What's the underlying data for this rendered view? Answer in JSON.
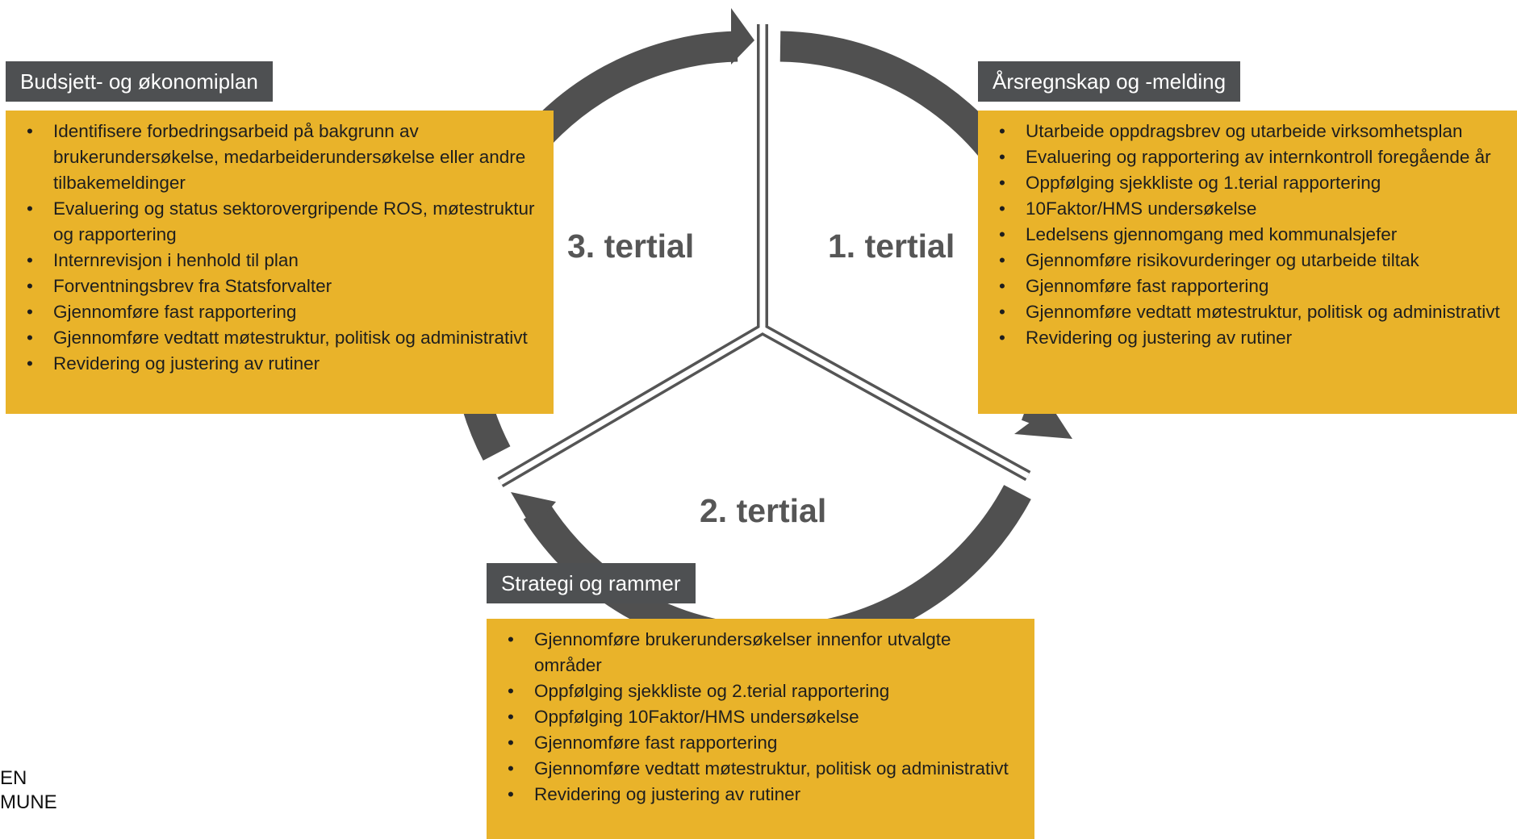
{
  "colors": {
    "arrow": "#505050",
    "title_bg": "#4e5052",
    "task_bg": "#e9b32a",
    "tertial_text": "#565656"
  },
  "tertials": {
    "t1": "1. tertial",
    "t2": "2. tertial",
    "t3": "3. tertial"
  },
  "sections": {
    "budsjett": {
      "title": "Budsjett- og økonomiplan",
      "items": [
        "Identifisere forbedringsarbeid på bakgrunn av brukerundersøkelse,  medarbeiderundersøkelse eller andre tilbakemeldinger",
        "Evaluering og status sektorovergripende ROS, møtestruktur og rapportering",
        "Internrevisjon i henhold til plan",
        "Forventningsbrev fra Statsforvalter",
        "Gjennomføre fast rapportering",
        "Gjennomføre vedtatt møtestruktur, politisk og administrativt",
        "Revidering og justering av rutiner"
      ]
    },
    "arsregnskap": {
      "title": "Årsregnskap og -melding",
      "items": [
        "Utarbeide oppdragsbrev og utarbeide virksomhetsplan",
        "Evaluering og rapportering av internkontroll foregående år",
        "Oppfølging sjekkliste og 1.terial rapportering",
        "10Faktor/HMS undersøkelse",
        "Ledelsens gjennomgang med kommunalsjefer",
        "Gjennomføre risikovurderinger og utarbeide tiltak",
        "Gjennomføre fast rapportering",
        "Gjennomføre vedtatt møtestruktur, politisk og administrativt",
        "Revidering og justering av rutiner"
      ]
    },
    "strategi": {
      "title": "Strategi og rammer",
      "items": [
        "Gjennomføre brukerundersøkelser innenfor utvalgte områder",
        "Oppfølging sjekkliste og 2.terial rapportering",
        "Oppfølging 10Faktor/HMS undersøkelse",
        "Gjennomføre fast rapportering",
        "Gjennomføre vedtatt møtestruktur, politisk og administrativt",
        "Revidering og justering av rutiner"
      ]
    }
  },
  "logo": {
    "line1": "EN",
    "line2": "MUNE"
  }
}
